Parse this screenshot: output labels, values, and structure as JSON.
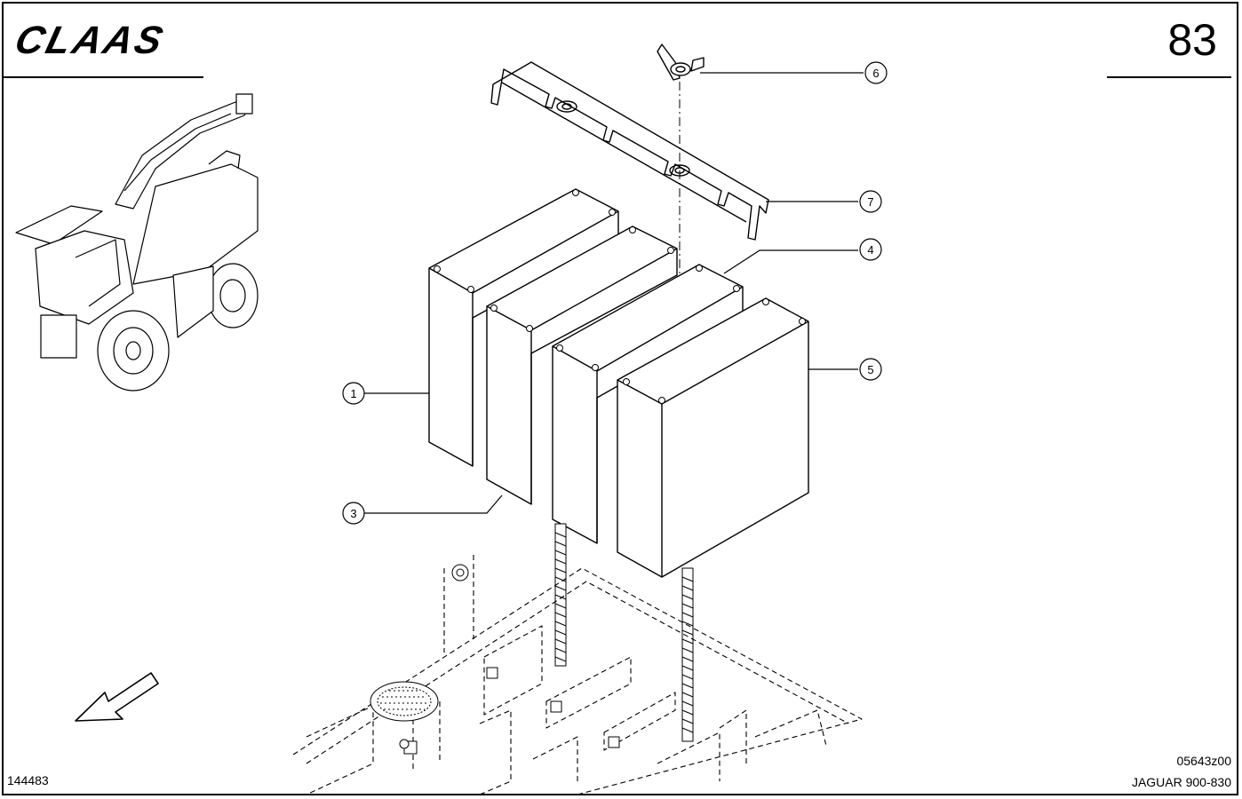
{
  "header": {
    "brand": "CLAAS",
    "page_number": "83"
  },
  "footer": {
    "illustration_id": "144483",
    "drawing_code": "05643z00",
    "model": "JAGUAR 900-830"
  },
  "callouts": [
    {
      "id": "c1",
      "label": "1"
    },
    {
      "id": "c3",
      "label": "3"
    },
    {
      "id": "c4",
      "label": "4"
    },
    {
      "id": "c5",
      "label": "5"
    },
    {
      "id": "c6",
      "label": "6"
    },
    {
      "id": "c7",
      "label": "7"
    }
  ]
}
